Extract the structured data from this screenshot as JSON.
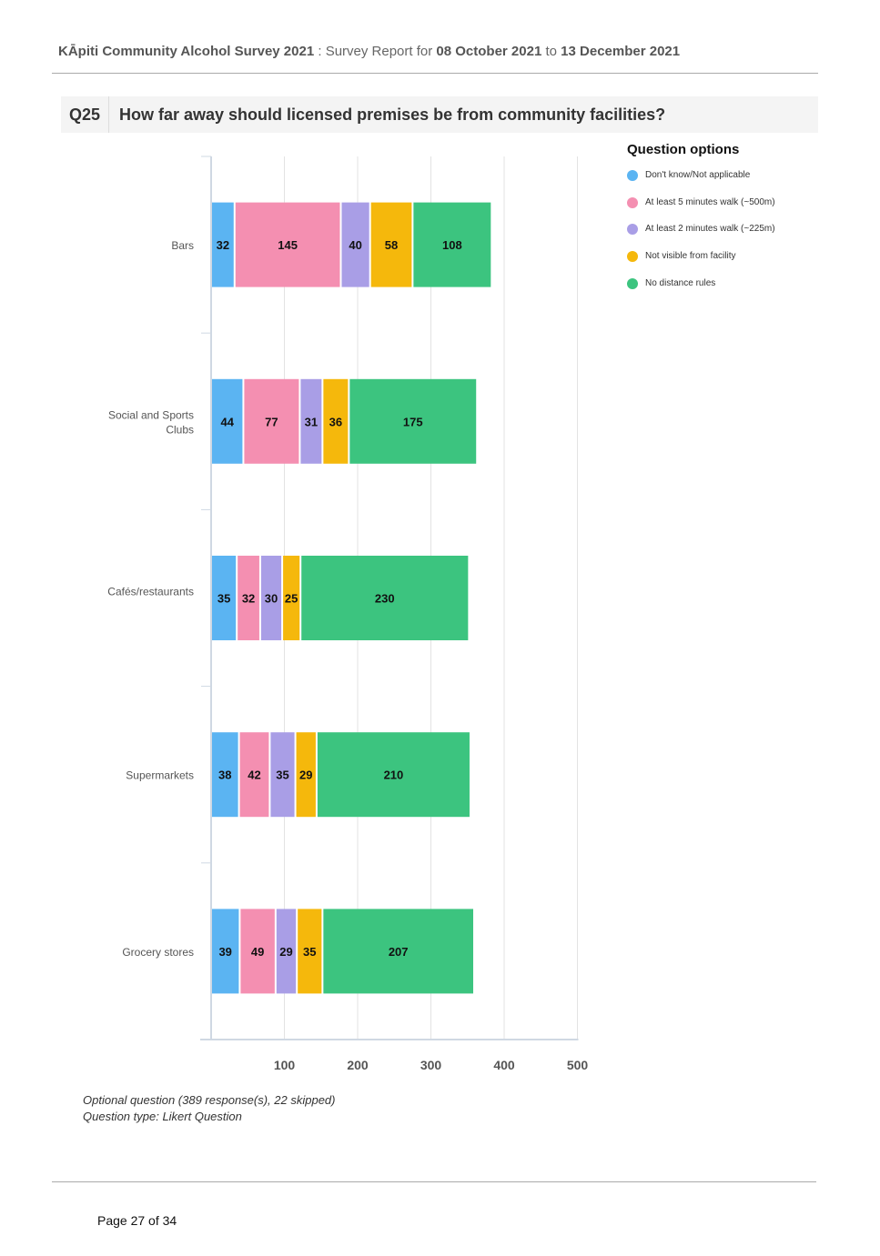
{
  "header": {
    "survey_name": "KĀpiti Community Alcohol Survey 2021",
    "separator": " : ",
    "report_prefix": "Survey Report for ",
    "date_from": "08 October 2021",
    "to_word": " to ",
    "date_to": "13 December 2021"
  },
  "question": {
    "number": "Q25",
    "text": "How far away should licensed premises be from community facilities?"
  },
  "legend": {
    "title": "Question options"
  },
  "chart_data": {
    "type": "bar",
    "orientation": "horizontal",
    "stacked": true,
    "categories": [
      "Bars",
      "Social and Sports Clubs",
      "Cafés/restaurants",
      "Supermarkets",
      "Grocery stores"
    ],
    "series": [
      {
        "name": "Don't know/Not applicable",
        "color": "#5bb4f2",
        "values": [
          32,
          44,
          35,
          38,
          39
        ]
      },
      {
        "name": "At least 5 minutes walk (~500m)",
        "color": "#f48fb1",
        "values": [
          145,
          77,
          32,
          42,
          49
        ]
      },
      {
        "name": "At least 2 minutes walk (~225m)",
        "color": "#a99ee6",
        "values": [
          40,
          31,
          30,
          35,
          29
        ]
      },
      {
        "name": "Not visible from facility",
        "color": "#f5b80c",
        "values": [
          58,
          36,
          25,
          29,
          35
        ]
      },
      {
        "name": "No distance rules",
        "color": "#3cc47f",
        "values": [
          108,
          175,
          230,
          210,
          207
        ]
      }
    ],
    "x_ticks": [
      100,
      200,
      300,
      400,
      500
    ],
    "xlim": [
      0,
      500
    ],
    "grid": true,
    "legend_position": "right"
  },
  "footnote": {
    "line1": "Optional question (389 response(s), 22 skipped)",
    "line2": "Question type: Likert Question"
  },
  "page": {
    "label": "Page 27 of 34"
  }
}
